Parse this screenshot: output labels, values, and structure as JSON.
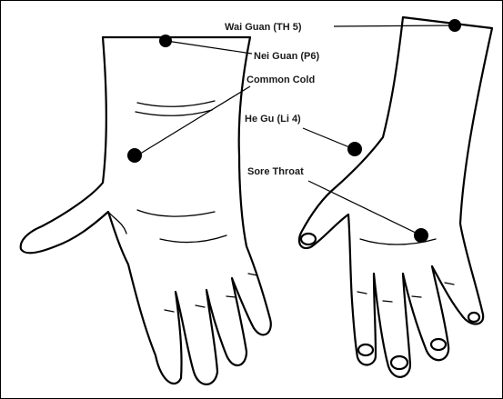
{
  "diagram": {
    "labels": {
      "wai_guan": "Wai Guan (TH 5)",
      "nei_guan": "Nei Guan (P6)",
      "common_cold": "Common Cold",
      "he_gu": "He Gu (Li 4)",
      "sore_throat": "Sore Throat"
    },
    "colors": {
      "ink": "#000000",
      "background": "#ffffff"
    }
  }
}
